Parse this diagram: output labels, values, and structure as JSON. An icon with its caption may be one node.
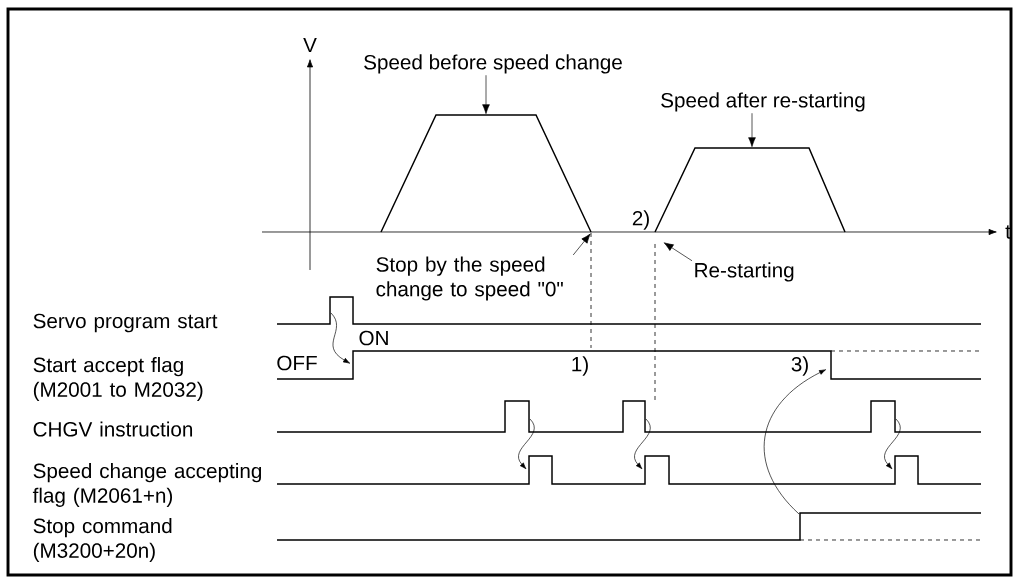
{
  "diagram": {
    "nodes": [
      {
        "text": [
          "Speed before speed change"
        ]
      },
      {
        "text": [
          "Speed after re-starting"
        ]
      },
      {
        "text": [
          "Stop by the speed change to speed \"0\""
        ]
      },
      {
        "text": [
          "Re-starting"
        ]
      },
      {
        "text": [],
        "shape": "trapezoid"
      },
      {
        "text": [],
        "shape": "trapezoid"
      }
    ],
    "edges": [
      {
        "from": 0,
        "to": 4,
        "arrow": "to"
      },
      {
        "from": 1,
        "to": 5,
        "arrow": "to"
      },
      {
        "from": 2,
        "to": 4,
        "arrow": "to"
      },
      {
        "from": 3,
        "to": 5,
        "arrow": "to"
      }
    ],
    "labels": [
      "V",
      "2)",
      "t",
      "Servo program start",
      "ON",
      "Start accept flag (M2001 to M2032)",
      "OFF",
      "1)",
      "3)",
      "CHGV instruction",
      "Speed change accepting flag (M2061+n)",
      "Stop command (M3200+20n)"
    ]
  }
}
